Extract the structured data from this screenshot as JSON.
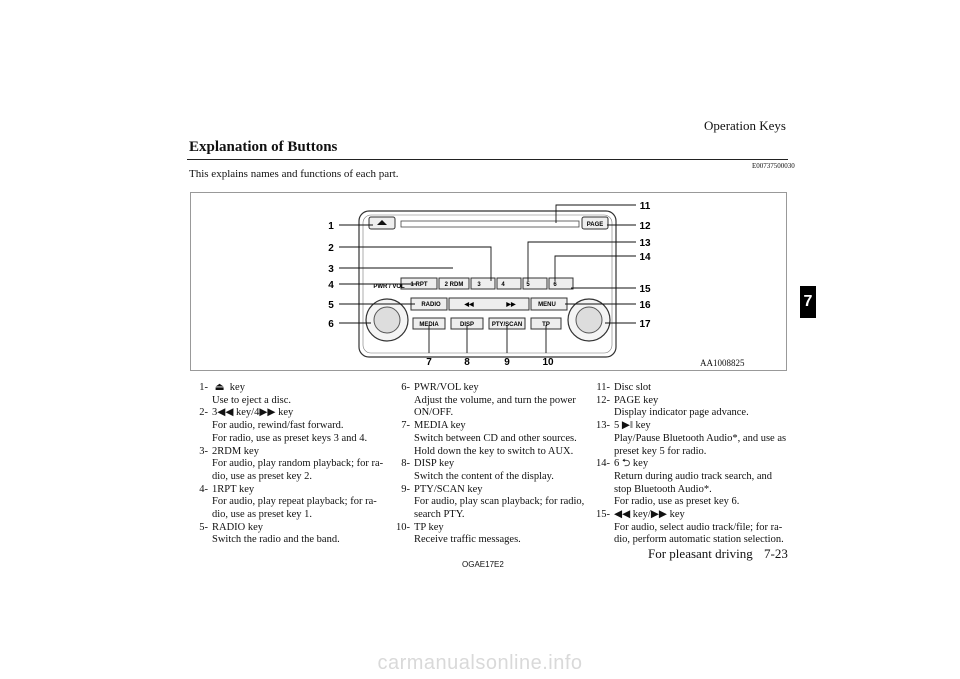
{
  "header": {
    "running_title": "Operation Keys"
  },
  "section": {
    "title": "Explanation of Buttons",
    "code": "E00737500030",
    "intro": "This explains names and functions of each part."
  },
  "chapter": {
    "tab_number": "7"
  },
  "figure": {
    "id": "AA1008825",
    "panel_labels": {
      "pwr_vol": "PWR / VOL",
      "radio": "RADIO",
      "menu": "MENU",
      "page": "PAGE",
      "key1": "1 RPT",
      "key2": "2 RDM",
      "key3": "3",
      "key4": "4",
      "key5": "5",
      "key6": "6",
      "media": "MEDIA",
      "disp": "DISP",
      "pty_scan": "PTY/SCAN",
      "tp": "TP"
    },
    "callouts_left": [
      "1",
      "2",
      "3",
      "4",
      "5",
      "6"
    ],
    "callouts_right": [
      "11",
      "12",
      "13",
      "14",
      "15",
      "16",
      "17"
    ],
    "callouts_bottom": [
      "7",
      "8",
      "9",
      "10"
    ]
  },
  "items_col1": [
    {
      "num": "1-",
      "name": "key",
      "desc": "Use to eject a disc."
    },
    {
      "num": "2-",
      "name": "3◀◀ key/4▶▶ key",
      "desc": "For audio, rewind/fast forward.\nFor radio, use as preset keys 3 and 4."
    },
    {
      "num": "3-",
      "name": "2RDM key",
      "desc": "For audio, play random playback; for ra-\ndio, use as preset key 2."
    },
    {
      "num": "4-",
      "name": "1RPT key",
      "desc": "For audio, play repeat playback; for ra-\ndio, use as preset key 1."
    },
    {
      "num": "5-",
      "name": "RADIO key",
      "desc": "Switch the radio and the band."
    }
  ],
  "items_col2": [
    {
      "num": "6-",
      "name": "PWR/VOL key",
      "desc": "Adjust the volume, and turn the power\nON/OFF."
    },
    {
      "num": "7-",
      "name": "MEDIA key",
      "desc": "Switch between CD and other sources.\nHold down the key to switch to AUX."
    },
    {
      "num": "8-",
      "name": "DISP key",
      "desc": "Switch the content of the display."
    },
    {
      "num": "9-",
      "name": "PTY/SCAN key",
      "desc": "For audio, play scan playback; for radio,\nsearch PTY."
    },
    {
      "num": "10-",
      "name": "TP key",
      "desc": "Receive traffic messages."
    }
  ],
  "items_col3": [
    {
      "num": "11-",
      "name": "Disc slot",
      "desc": ""
    },
    {
      "num": "12-",
      "name": "PAGE key",
      "desc": "Display indicator page advance."
    },
    {
      "num": "13-",
      "name": "5 ▶ǁ key",
      "desc": "Play/Pause Bluetooth Audio*, and use as\npreset key 5 for radio."
    },
    {
      "num": "14-",
      "name": "6 ⮌ key",
      "desc": "Return during audio track search, and\nstop Bluetooth Audio*.\nFor radio, use as preset key 6."
    },
    {
      "num": "15-",
      "name": "◀◀ key/▶▶ key",
      "desc": "For audio, select audio track/file; for ra-\ndio, perform automatic station selection."
    }
  ],
  "footer": {
    "code": "OGAE17E2",
    "section": "For pleasant driving",
    "page": "7-23"
  },
  "watermark": "carmanualsonline.info"
}
